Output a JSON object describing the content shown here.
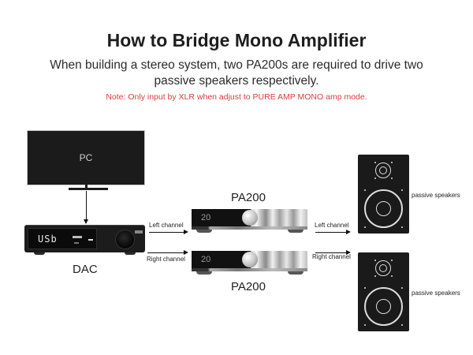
{
  "header": {
    "title": "How to Bridge Mono Amplifier",
    "subtitle": "When building a stereo system, two PA200s are required to drive two passive speakers respectively.",
    "note": "Note: Only input by XLR when adjust to PURE AMP MONO amp mode.",
    "note_color": "#e0393e"
  },
  "pc": {
    "label": "PC",
    "icon": "monitor-icon"
  },
  "dac": {
    "label": "DAC",
    "display_text": "USb",
    "icon": "dac-device-icon"
  },
  "amplifiers": [
    {
      "label": "PA200",
      "volume_display": "20",
      "icon": "amplifier-icon"
    },
    {
      "label": "PA200",
      "volume_display": "20",
      "icon": "amplifier-icon"
    }
  ],
  "connections": {
    "dac_to_amp_left": "Left channel",
    "dac_to_amp_right": "Right channel",
    "amp_to_speaker_left": "Left channel",
    "amp_to_speaker_right": "Right channel"
  },
  "speakers": [
    {
      "label": "passive speakers",
      "icon": "speaker-icon"
    },
    {
      "label": "passive speakers",
      "icon": "speaker-icon"
    }
  ]
}
